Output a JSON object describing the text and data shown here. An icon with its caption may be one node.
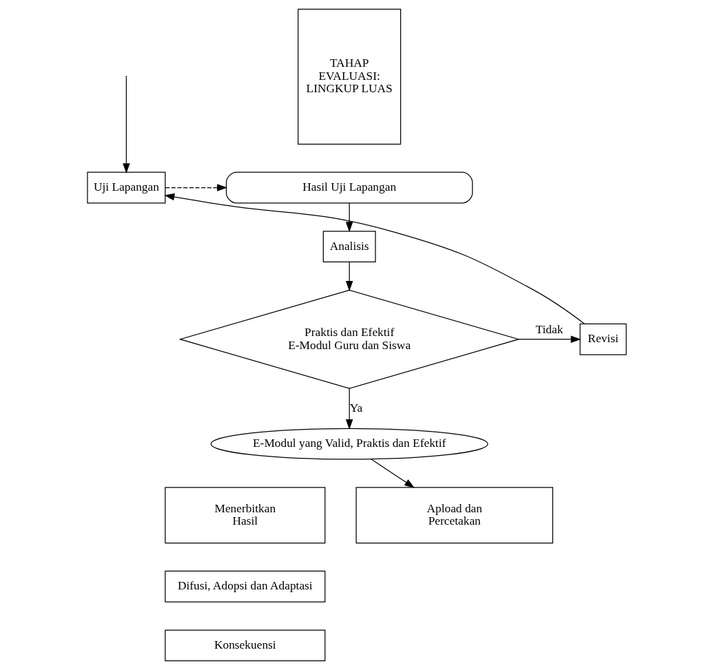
{
  "diagram": {
    "nodes": [
      {
        "text": [
          "TAHAP EVALUASI: LINGKUP LUAS"
        ]
      },
      {
        "text": [
          "Hasil Uji Lapangan"
        ]
      },
      {
        "text": [
          "Uji Lapangan"
        ]
      },
      {
        "text": [
          "Analisis"
        ]
      },
      {
        "text": [
          "Praktis dan Efektif E-Modul Guru dan Siswa"
        ]
      },
      {
        "text": [
          "Revisi"
        ]
      },
      {
        "text": [
          "E-Modul yang Valid, Praktis dan Efektif"
        ]
      },
      {
        "text": [
          "Menerbitkan Hasil"
        ]
      },
      {
        "text": [
          "Apload dan Percetakan"
        ]
      },
      {
        "text": [
          "Difusi, Adopsi dan Adaptasi"
        ]
      },
      {
        "text": [
          "Konsekuensi"
        ]
      }
    ],
    "edges": [
      {
        "from": null,
        "to": 2,
        "arrow": "to"
      },
      {
        "from": 2,
        "to": 1,
        "arrow": "to",
        "style": "dashed"
      },
      {
        "from": 1,
        "to": 3,
        "arrow": "to"
      },
      {
        "from": 3,
        "to": 4,
        "arrow": "to"
      },
      {
        "from": 4,
        "to": 5,
        "arrow": "to",
        "label": "Tidak"
      },
      {
        "from": 5,
        "to": 2,
        "arrow": "to"
      },
      {
        "from": 4,
        "to": 6,
        "arrow": "to",
        "label": "Ya"
      },
      {
        "from": 6,
        "to": 8,
        "arrow": "to"
      }
    ]
  }
}
